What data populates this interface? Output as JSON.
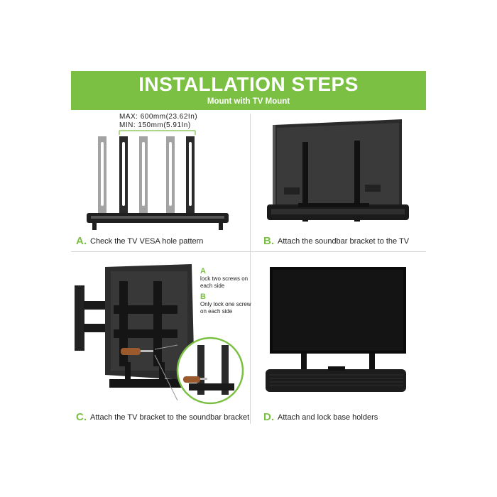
{
  "banner": {
    "title": "INSTALLATION STEPS",
    "subtitle": "Mount with TV Mount"
  },
  "step_a": {
    "letter": "A.",
    "caption": "Check the TV VESA hole pattern",
    "max_label": "MAX: 600mm(23.62In)",
    "min_label": "MIN: 150mm(5.91In)"
  },
  "step_b": {
    "letter": "B.",
    "caption": "Attach the soundbar bracket to the TV"
  },
  "step_c": {
    "letter": "C.",
    "caption": "Attach the TV bracket to the soundbar bracket",
    "note_a_letter": "A",
    "note_a_text": "lock two screws on each side",
    "note_b_letter": "B",
    "note_b_text": "Only lock one screw on each side"
  },
  "step_d": {
    "letter": "D.",
    "caption": "Attach and lock base holders"
  },
  "colors": {
    "accent": "#7bc043",
    "product": "#1b1b1b"
  }
}
